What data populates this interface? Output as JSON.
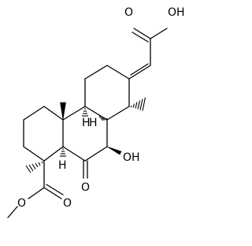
{
  "molecule": {
    "labels": {
      "acid_oxygen": "O",
      "acid_hydroxyl": "OH",
      "ketone_oxygen": "O",
      "hydroxyl": "OH",
      "ester_carbonyl_oxygen": "O",
      "ester_ether_oxygen": "O",
      "h_c9": "H",
      "h_c8": "H",
      "h_c5": "H"
    },
    "colors": {
      "ink": "#000000",
      "background": "#ffffff"
    }
  }
}
